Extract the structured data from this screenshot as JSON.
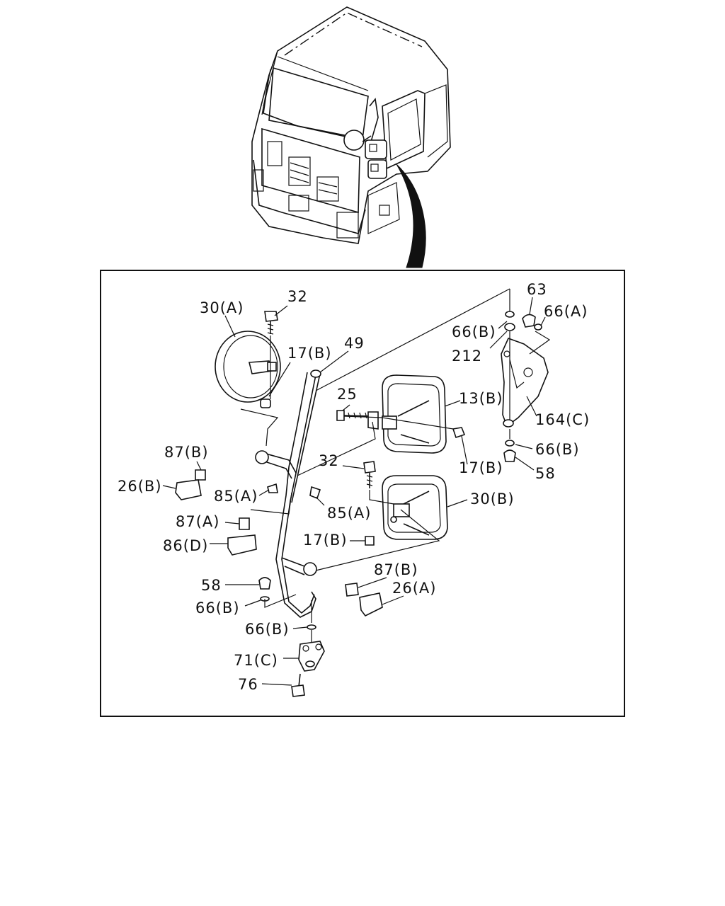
{
  "diagram": {
    "labels": [
      {
        "id": "l1",
        "text": "30(A)"
      },
      {
        "id": "l2",
        "text": "32"
      },
      {
        "id": "l3",
        "text": "17(B)"
      },
      {
        "id": "l4",
        "text": "49"
      },
      {
        "id": "l5",
        "text": "63"
      },
      {
        "id": "l6",
        "text": "66(A)"
      },
      {
        "id": "l7",
        "text": "66(B)"
      },
      {
        "id": "l8",
        "text": "212"
      },
      {
        "id": "l9",
        "text": "25"
      },
      {
        "id": "l10",
        "text": "13(B)"
      },
      {
        "id": "l11",
        "text": "164(C)"
      },
      {
        "id": "l12",
        "text": "87(B)"
      },
      {
        "id": "l13",
        "text": "66(B)"
      },
      {
        "id": "l14",
        "text": "58"
      },
      {
        "id": "l15",
        "text": "32"
      },
      {
        "id": "l16",
        "text": "17(B)"
      },
      {
        "id": "l17",
        "text": "26(B)"
      },
      {
        "id": "l18",
        "text": "85(A)"
      },
      {
        "id": "l19",
        "text": "30(B)"
      },
      {
        "id": "l20",
        "text": "85(A)"
      },
      {
        "id": "l21",
        "text": "87(A)"
      },
      {
        "id": "l22",
        "text": "17(B)"
      },
      {
        "id": "l23",
        "text": "86(D)"
      },
      {
        "id": "l24",
        "text": "87(B)"
      },
      {
        "id": "l25",
        "text": "58"
      },
      {
        "id": "l26",
        "text": "26(A)"
      },
      {
        "id": "l27",
        "text": "66(B)"
      },
      {
        "id": "l28",
        "text": "66(B)"
      },
      {
        "id": "l29",
        "text": "71(C)"
      },
      {
        "id": "l30",
        "text": "76"
      }
    ]
  }
}
